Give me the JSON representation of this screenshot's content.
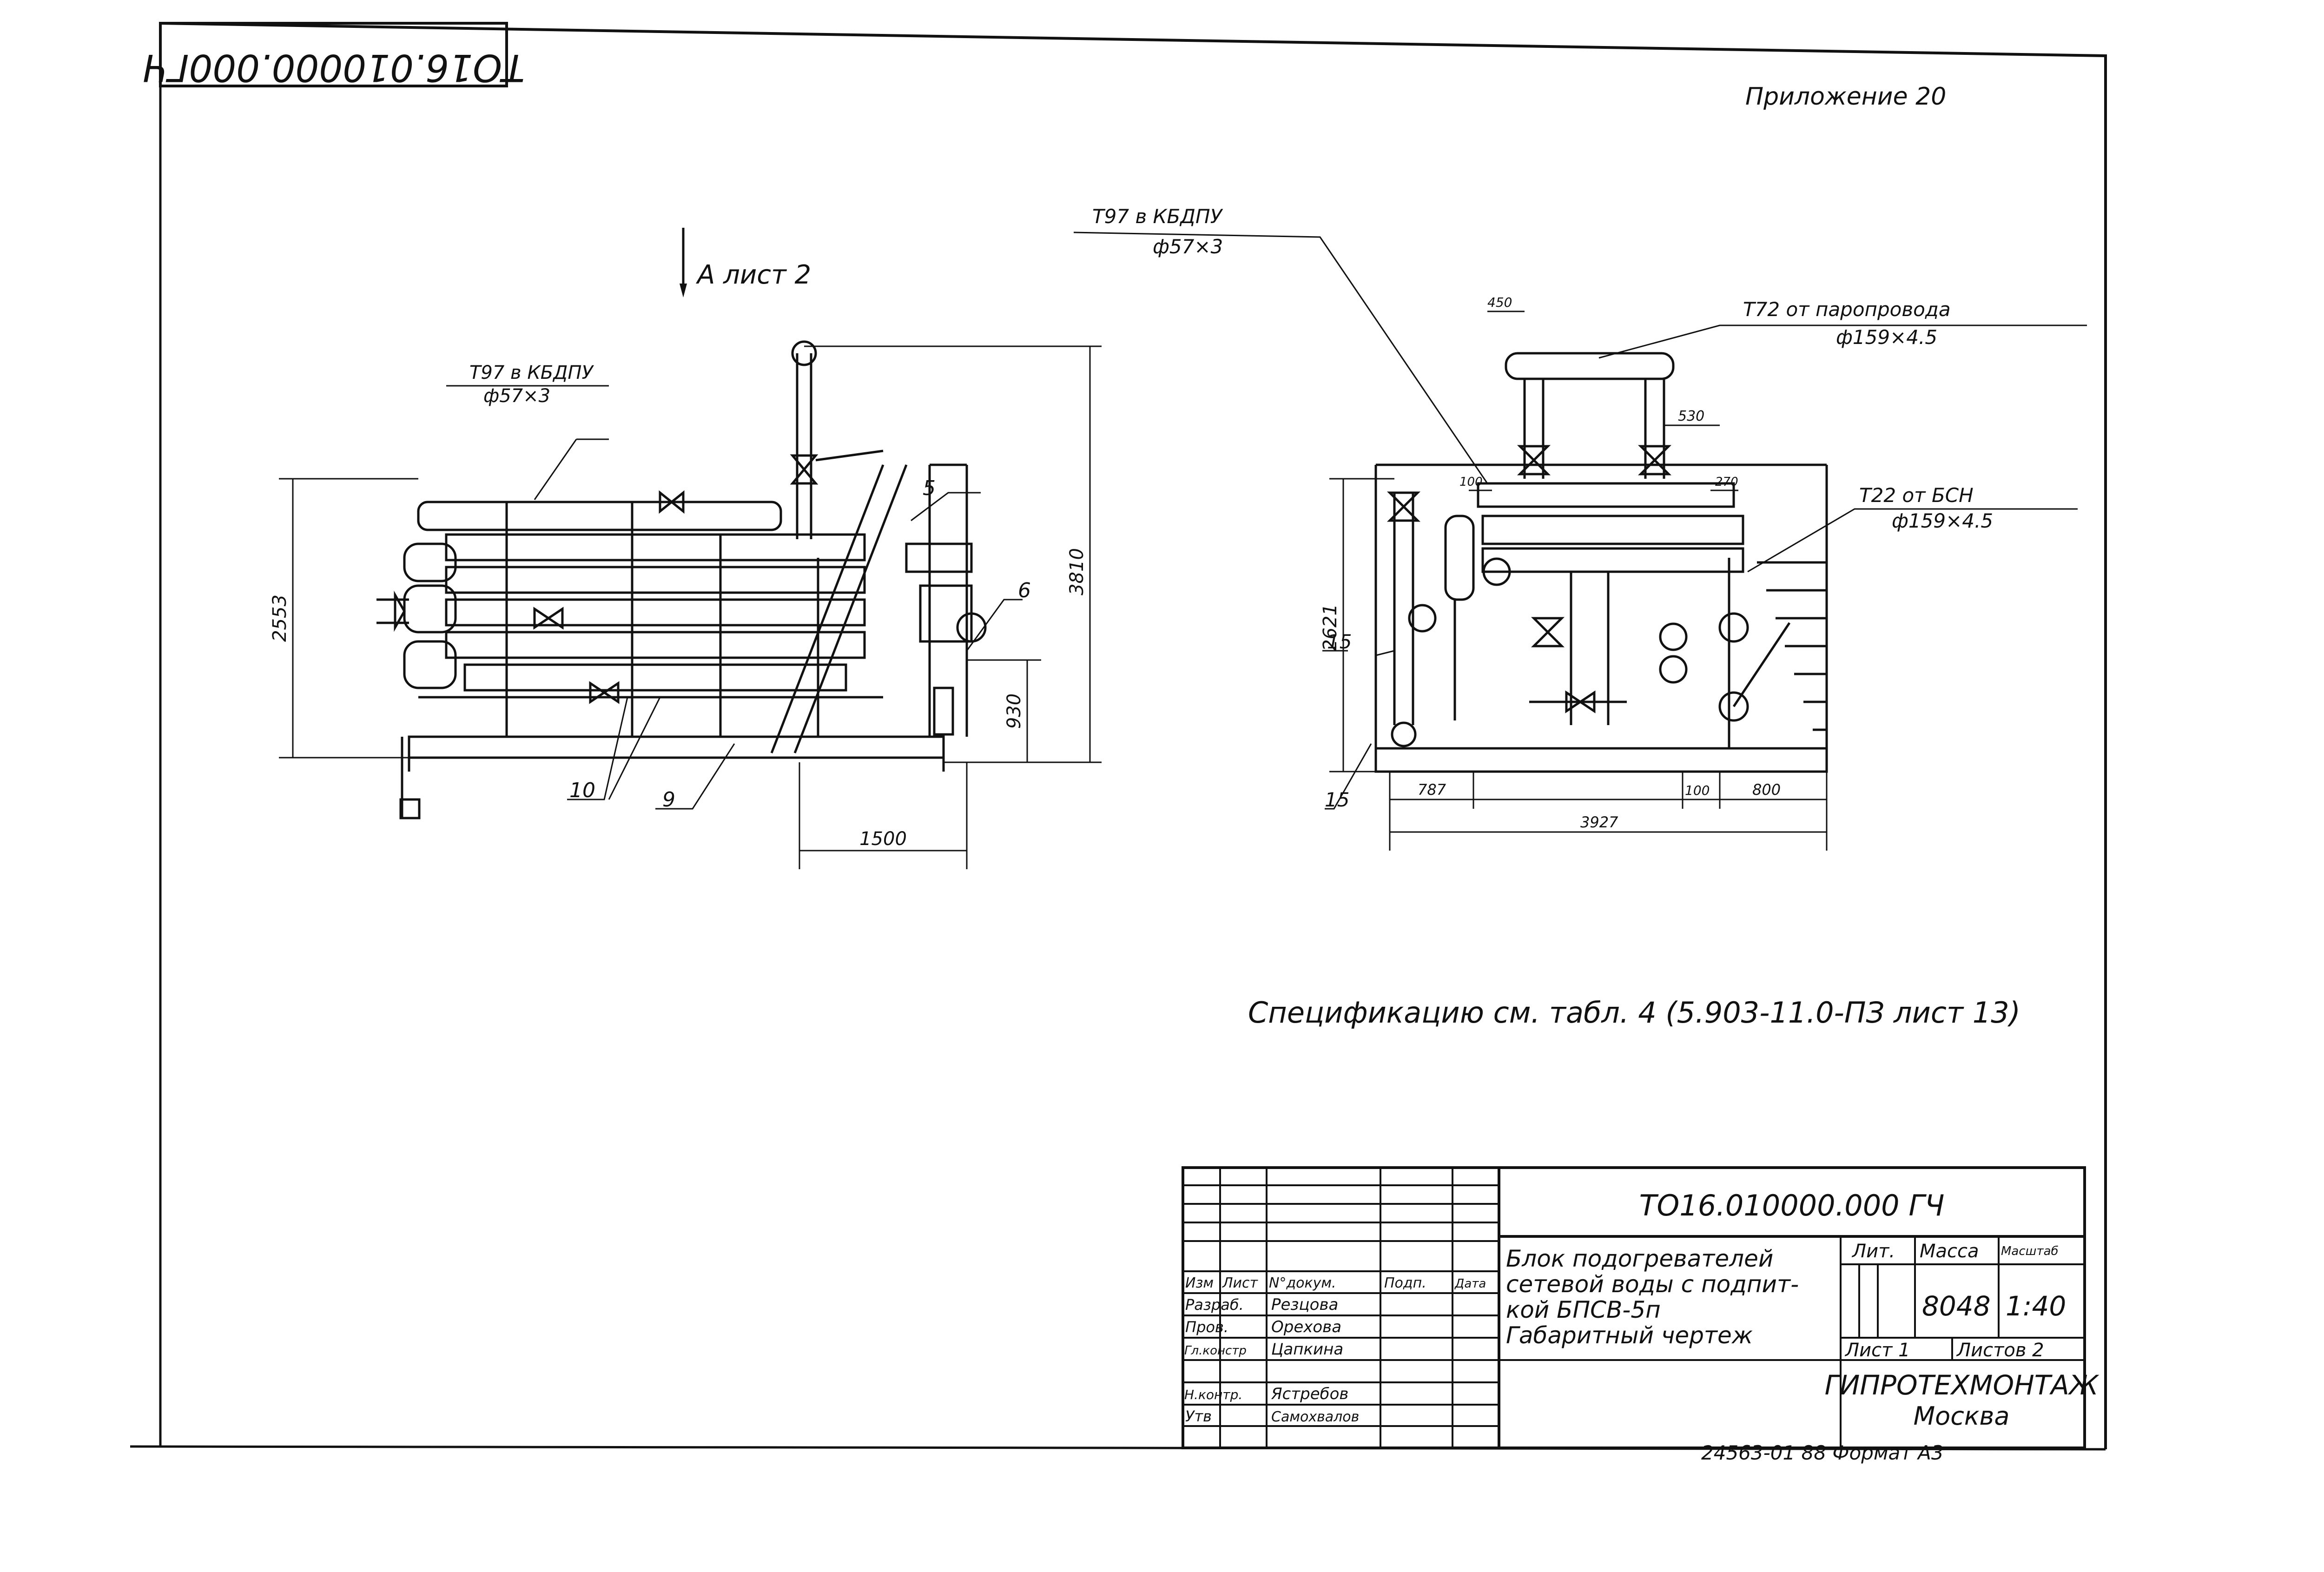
{
  "stamp": "ТО16.010000.000ГЧ",
  "appendix": "Приложение 20",
  "view_ref": "А лист 2",
  "left_view": {
    "pipe_note_1": "Т97 в КБДПУ",
    "pipe_note_2": "ф57×3",
    "dims": [
      "2553",
      "3810",
      "930",
      "1500"
    ],
    "callouts": [
      "5",
      "6",
      "10",
      "9"
    ]
  },
  "right_view": {
    "t97_label": "Т97 в КБДПУ",
    "t97_size": "ф57×3",
    "t72_label": "Т72 от паропровода",
    "t72_size": "ф159×4.5",
    "t22_label": "Т22 от БСН",
    "t22_size": "ф159×4.5",
    "dims": [
      "450",
      "530",
      "100",
      "270",
      "2621",
      "787",
      "3927",
      "100",
      "800"
    ],
    "callouts": [
      "15",
      "15"
    ]
  },
  "spec_note": "Спецификацию   см. табл. 4 (5.903-11.0-ПЗ лист 13)",
  "title_block": {
    "doc_code": "ТО16.010000.000 ГЧ",
    "headers": [
      "Изм",
      "Лист",
      "N°докум.",
      "Подп.",
      "Дата"
    ],
    "rows": [
      {
        "role": "Разраб.",
        "name": "Резцова"
      },
      {
        "role": "Пров.",
        "name": "Орехова"
      },
      {
        "role": "Гл.констр",
        "name": "Цапкина"
      },
      {
        "role": "Н.контр.",
        "name": "Ястребов"
      },
      {
        "role": "Утв",
        "name": "Самохвалов"
      }
    ],
    "title_lines": [
      "Блок подогревателей",
      "сетевой воды с подпит-",
      "кой  БПСВ-5п",
      "Габаритный чертеж"
    ],
    "lit_label": "Лит.",
    "mass_label": "Масса",
    "scale_label": "Масштаб",
    "mass": "8048",
    "scale": "1:40",
    "sheet": "Лист 1",
    "sheets": "Листов 2",
    "org_line1": "ГИПРОТЕХМОНТАЖ",
    "org_line2": "Москва",
    "footer": "24563-01   88   Формат А3"
  }
}
